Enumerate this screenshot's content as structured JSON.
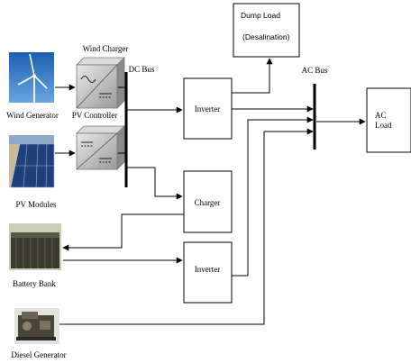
{
  "labels": {
    "wind_charger": "Wind Charger",
    "dc_bus": "DC Bus",
    "ac_bus": "AC Bus",
    "wind_generator": "Wind Generator",
    "pv_controller": "PV Controller",
    "pv_modules": "PV Modules",
    "battery_bank": "Battery Bank",
    "diesel_generator": "Diesel Generator",
    "inverter_top": "Inverter",
    "charger": "Charger",
    "inverter_bottom": "Inverter",
    "dump_load_line1": "Dump Load",
    "dump_load_line2": "(Desalination)",
    "ac_load_line1": "AC",
    "ac_load_line2": "Load"
  },
  "colors": {
    "line": "#000000",
    "sky": "#2f78c8",
    "panel": "#1f3f7a",
    "battery": "#3a3a30",
    "diesel": "#4a4538"
  },
  "icons": {
    "wind_generator": "wind-turbine-photo",
    "pv_modules": "solar-panel-photo",
    "battery_bank": "battery-bank-photo",
    "diesel_generator": "diesel-generator-photo",
    "wind_charger": "ac-dc-converter-icon",
    "pv_controller": "dc-dc-converter-icon"
  }
}
